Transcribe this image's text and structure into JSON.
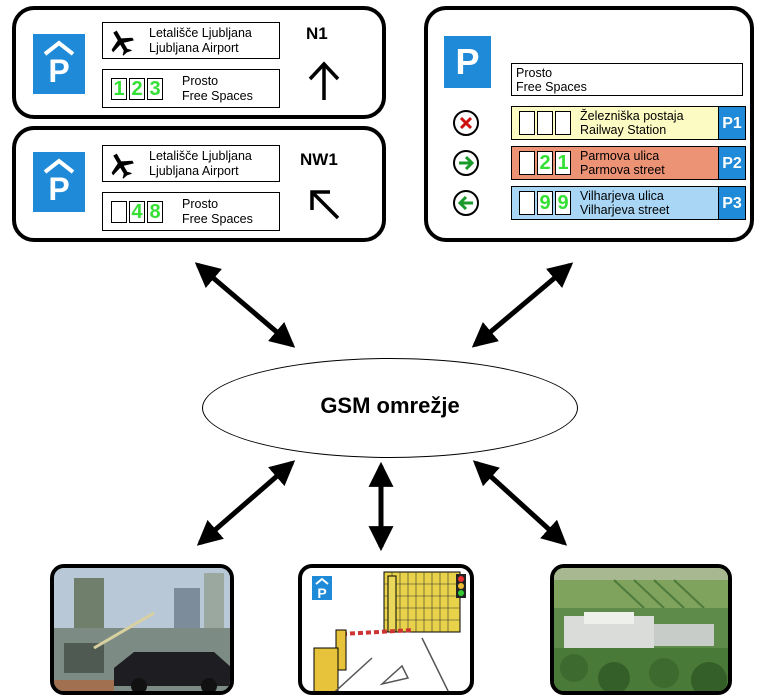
{
  "sign_n1": {
    "parking_letter": "P",
    "dest_line1": "Letališče Ljubljana",
    "dest_line2": "Ljubljana Airport",
    "code": "N1",
    "digits": [
      "1",
      "2",
      "3"
    ],
    "free_line1": "Prosto",
    "free_line2": "Free Spaces"
  },
  "sign_nw1": {
    "parking_letter": "P",
    "dest_line1": "Letališče Ljubljana",
    "dest_line2": "Ljubljana Airport",
    "code": "NW1",
    "digits": [
      "",
      "4",
      "8"
    ],
    "free_line1": "Prosto",
    "free_line2": "Free Spaces"
  },
  "sign_city": {
    "parking_letter": "P",
    "header_line1": "Prosto",
    "header_line2": "Free Spaces",
    "rows": [
      {
        "status": "full",
        "digits": [
          "",
          "",
          ""
        ],
        "line1": "Železniška postaja",
        "line2": "Railway Station",
        "code": "P1",
        "color": "#fdfbc4"
      },
      {
        "status": "right",
        "digits": [
          "",
          "2",
          "1"
        ],
        "line1": "Parmova ulica",
        "line2": "Parmova street",
        "code": "P2",
        "color": "#ec9275"
      },
      {
        "status": "left",
        "digits": [
          "",
          "9",
          "9"
        ],
        "line1": "Vilharjeva ulica",
        "line2": "Vilharjeva street",
        "code": "P3",
        "color": "#a9d6f5"
      }
    ]
  },
  "network": {
    "label": "GSM omrežje"
  },
  "icons": {
    "airplane": "airplane-icon",
    "arrow_up": "arrow-up-icon",
    "arrow_up_left": "arrow-up-left-icon",
    "full": "x-circle-icon",
    "right": "arrow-right-circle-icon",
    "left": "arrow-left-circle-icon"
  },
  "colors": {
    "parking_blue": "#1f8ad8",
    "digit_green": "#35e035",
    "full_red": "#cc1111"
  }
}
